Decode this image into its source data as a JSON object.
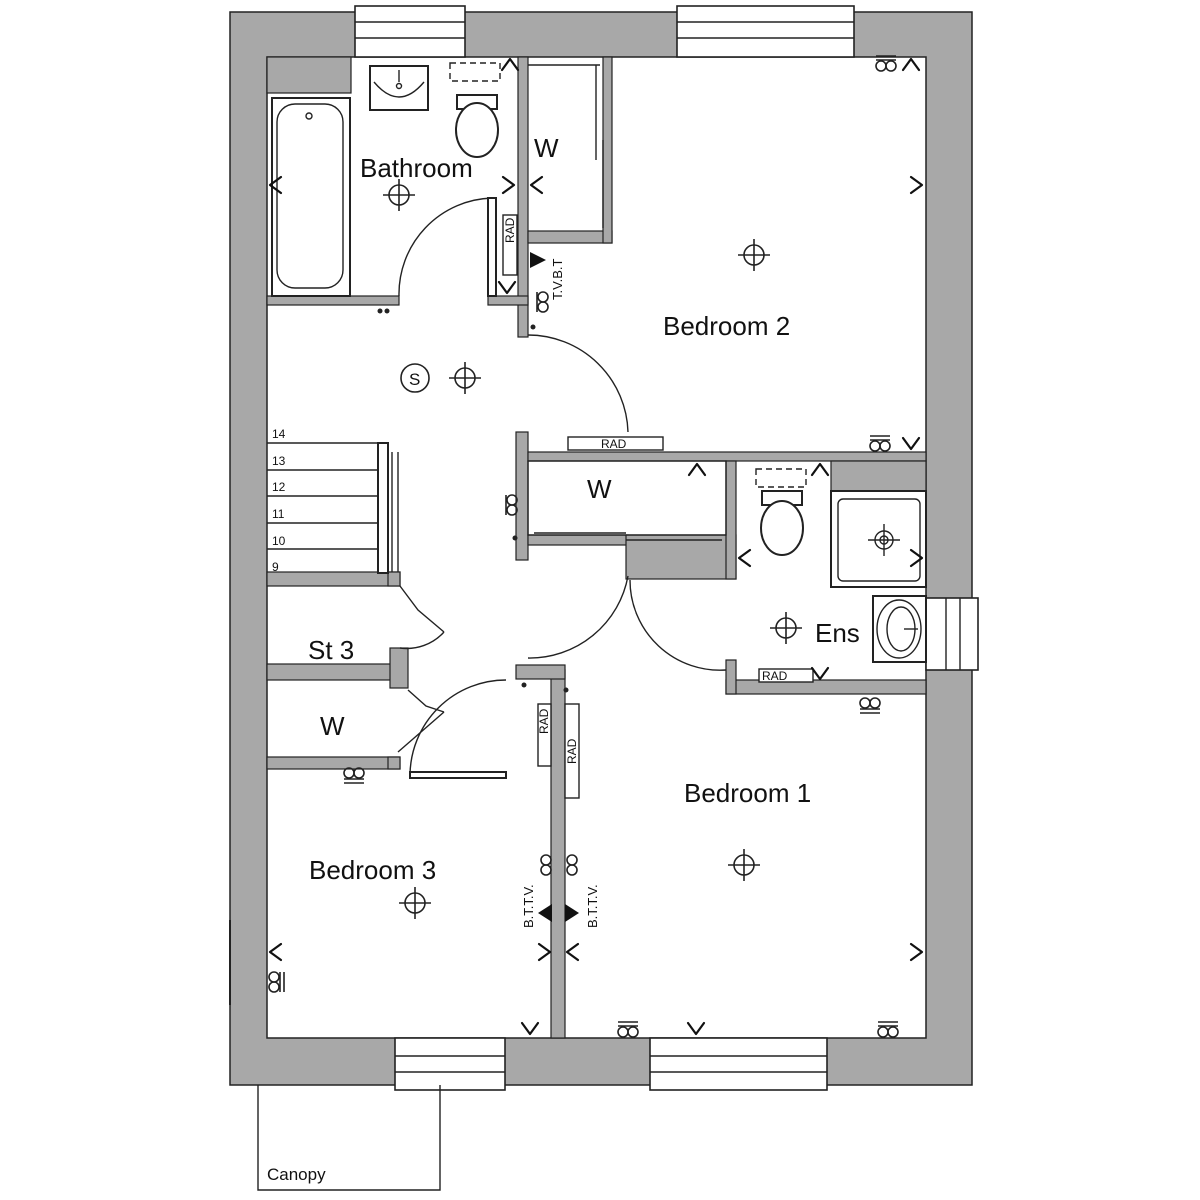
{
  "colors": {
    "wall": "#a8a8a8",
    "line": "#222222",
    "background": "#ffffff"
  },
  "rooms": {
    "bathroom": "Bathroom",
    "bedroom1": "Bedroom 1",
    "bedroom2": "Bedroom 2",
    "bedroom3": "Bedroom 3",
    "ensuite": "Ens",
    "store": "St 3",
    "wardrobe_bed2": "W",
    "wardrobe_landing": "W",
    "wardrobe_bed3": "W",
    "canopy": "Canopy"
  },
  "stairs": {
    "steps": [
      "14",
      "13",
      "12",
      "11",
      "10",
      "9"
    ]
  },
  "symbols": {
    "smoke_detector": "S",
    "radiator": "RAD",
    "tv_bt": "T.V.B.T",
    "bt_tv": "B.T.T.V."
  },
  "icons": [
    "ceiling-light-icon",
    "socket-icon",
    "window-icon",
    "door-swing-icon",
    "radiator-icon",
    "smoke-detector-icon",
    "telecom-point-icon"
  ]
}
